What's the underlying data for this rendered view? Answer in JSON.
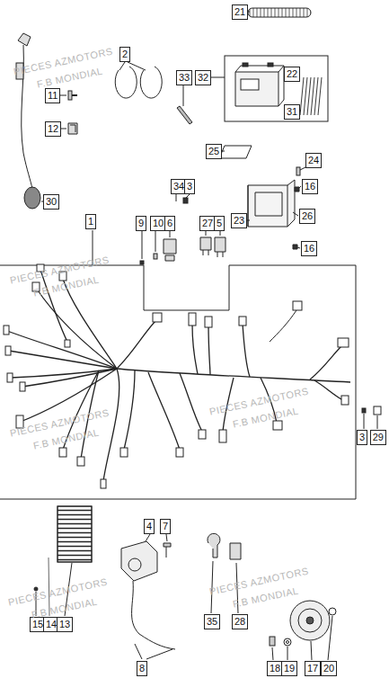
{
  "diagram": {
    "nodes": [
      {
        "text": [
          "21"
        ]
      },
      {
        "text": [
          "2"
        ]
      },
      {
        "text": [
          "33"
        ]
      },
      {
        "text": [
          "32"
        ]
      },
      {
        "text": [
          "22"
        ]
      },
      {
        "text": [
          "31"
        ]
      },
      {
        "text": [
          "11"
        ]
      },
      {
        "text": [
          "12"
        ]
      },
      {
        "text": [
          "25"
        ]
      },
      {
        "text": [
          "24"
        ]
      },
      {
        "text": [
          "16"
        ]
      },
      {
        "text": [
          "34"
        ]
      },
      {
        "text": [
          "3"
        ]
      },
      {
        "text": [
          "30"
        ]
      },
      {
        "text": [
          "23"
        ]
      },
      {
        "text": [
          "26"
        ]
      },
      {
        "text": [
          "9"
        ]
      },
      {
        "text": [
          "10"
        ]
      },
      {
        "text": [
          "6"
        ]
      },
      {
        "text": [
          "27"
        ]
      },
      {
        "text": [
          "5"
        ]
      },
      {
        "text": [
          "1"
        ]
      },
      {
        "text": [
          "16"
        ]
      },
      {
        "text": [
          "3"
        ]
      },
      {
        "text": [
          "29"
        ]
      },
      {
        "text": [
          "4"
        ]
      },
      {
        "text": [
          "7"
        ]
      },
      {
        "text": [
          "35"
        ]
      },
      {
        "text": [
          "28"
        ]
      },
      {
        "text": [
          "15"
        ]
      },
      {
        "text": [
          "14"
        ]
      },
      {
        "text": [
          "13"
        ]
      },
      {
        "text": [
          "18"
        ]
      },
      {
        "text": [
          "19"
        ]
      },
      {
        "text": [
          "17"
        ]
      },
      {
        "text": [
          "20"
        ]
      },
      {
        "text": [
          "8"
        ]
      }
    ],
    "labels": [
      "PIECES AZMOTORS",
      "F.B MONDIAL",
      "PIECES AZMOTORS",
      "F.B MONDIAL",
      "PIECES AZMOTORS",
      "F.B MONDIAL",
      "PIECES AZMOTORS",
      "F.B MONDIAL",
      "PIECES AZMOTORS",
      "F.B MONDIAL",
      "PIECES AZMOTORS",
      "F.B MONDIAL"
    ]
  }
}
